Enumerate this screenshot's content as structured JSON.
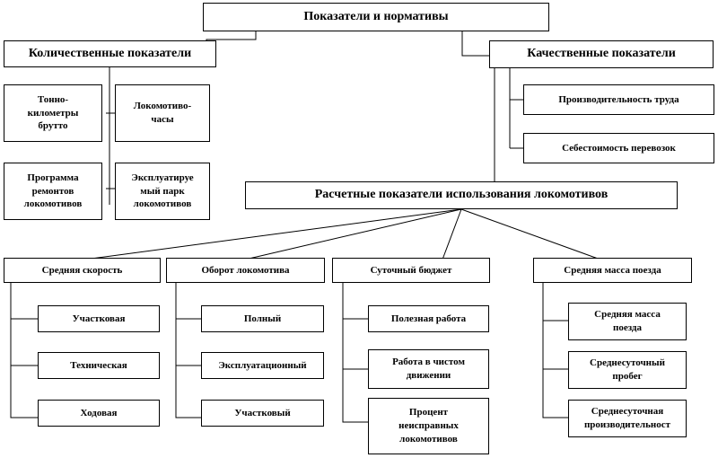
{
  "root": "Показатели и нормативы",
  "quantitative": {
    "title": "Количественные показатели",
    "items": [
      "Тонно-\nкилометры\nбрутто",
      "Локомотиво-\nчасы",
      "Программа\nремонтов\nлокомотивов",
      "Эксплуатируе\nмый парк\nлокомотивов"
    ]
  },
  "qualitative": {
    "title": "Качественные показатели",
    "items": [
      "Производительность труда",
      "Себестоимость перевозок"
    ]
  },
  "calculated": {
    "title": "Расчетные показатели использования локомотивов",
    "groups": [
      {
        "title": "Средняя скорость",
        "items": [
          "Участковая",
          "Техническая",
          "Ходовая"
        ]
      },
      {
        "title": "Оборот локомотива",
        "items": [
          "Полный",
          "Эксплуатационный",
          "Участковый"
        ]
      },
      {
        "title": "Суточный бюджет",
        "items": [
          "Полезная работа",
          "Работа в чистом\nдвижении",
          "Процент\nнеисправных\nлокомотивов"
        ]
      },
      {
        "title": "Средняя масса поезда",
        "items": [
          "Средняя масса\nпоезда",
          "Среднесуточный\nпробег",
          "Среднесуточная\nпроизводительност"
        ]
      }
    ]
  }
}
